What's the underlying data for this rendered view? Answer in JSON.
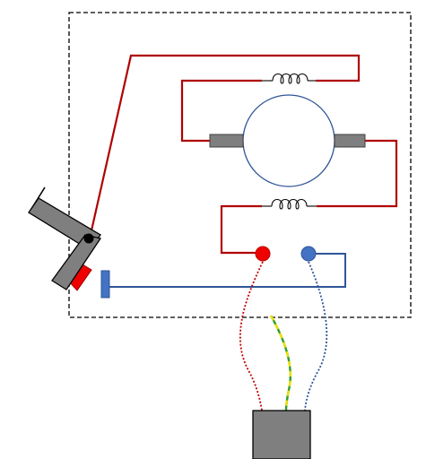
{
  "diagram": {
    "kind": "motor-wiring-schematic",
    "colors": {
      "background": "#ffffff",
      "housing_border": "#000000",
      "live_wire": "#b00000",
      "neutral_wire": "#2f5597",
      "earth_wire_green": "#2e9e2e",
      "earth_wire_yellow": "#f0e000",
      "motor_body": "#2f5597",
      "brush_fill": "#7f7f7f",
      "switch_lever": "#7f7f7f",
      "switch_red_contact": "#ee0000",
      "switch_pivot": "#000000",
      "blue_contact": "#4472c4",
      "red_terminal": "#ee0000",
      "blue_terminal": "#4472c4",
      "plug_body": "#7f7f7f"
    },
    "components": [
      {
        "name": "housing",
        "icon": "dashed-rectangle"
      },
      {
        "name": "field-coil-top",
        "icon": "inductor-coil"
      },
      {
        "name": "field-coil-bottom",
        "icon": "inductor-coil"
      },
      {
        "name": "armature",
        "icon": "circle"
      },
      {
        "name": "brush-left",
        "icon": "rectangle"
      },
      {
        "name": "brush-right",
        "icon": "rectangle"
      },
      {
        "name": "live-terminal",
        "icon": "red-dot"
      },
      {
        "name": "neutral-terminal",
        "icon": "blue-dot"
      },
      {
        "name": "toggle-switch",
        "icon": "lever"
      },
      {
        "name": "switch-contact",
        "icon": "blue-bar"
      },
      {
        "name": "power-plug",
        "icon": "grey-block"
      }
    ]
  }
}
